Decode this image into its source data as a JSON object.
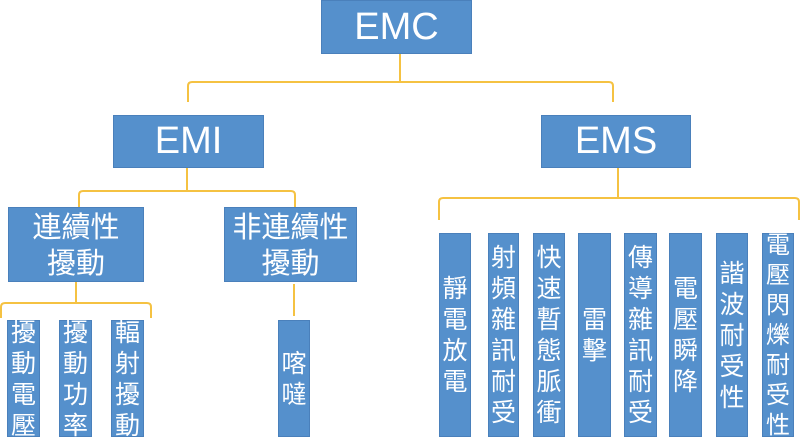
{
  "diagram": {
    "title": "EMC",
    "colors": {
      "node_fill": "#5590CC",
      "node_text": "#FFFFFF",
      "connector": "#F5C242"
    },
    "root": {
      "label": "EMC"
    },
    "level2": [
      {
        "label": "EMI"
      },
      {
        "label": "EMS"
      }
    ],
    "emi_children": [
      {
        "label": "連續性擾動"
      },
      {
        "label": "非連續性擾動"
      }
    ],
    "continuous_children": [
      {
        "label": "擾動電壓"
      },
      {
        "label": "擾動功率"
      },
      {
        "label": "輻射擾動"
      }
    ],
    "discontinuous_children": [
      {
        "label": "喀噠"
      }
    ],
    "ems_children": [
      {
        "label": "靜電放電"
      },
      {
        "label": "射頻雜訊耐受"
      },
      {
        "label": "快速暫態脈衝"
      },
      {
        "label": "雷擊"
      },
      {
        "label": "傳導雜訊耐受"
      },
      {
        "label": "電壓瞬降"
      },
      {
        "label": "諧波耐受性"
      },
      {
        "label": "電壓閃爍耐受性"
      }
    ]
  }
}
